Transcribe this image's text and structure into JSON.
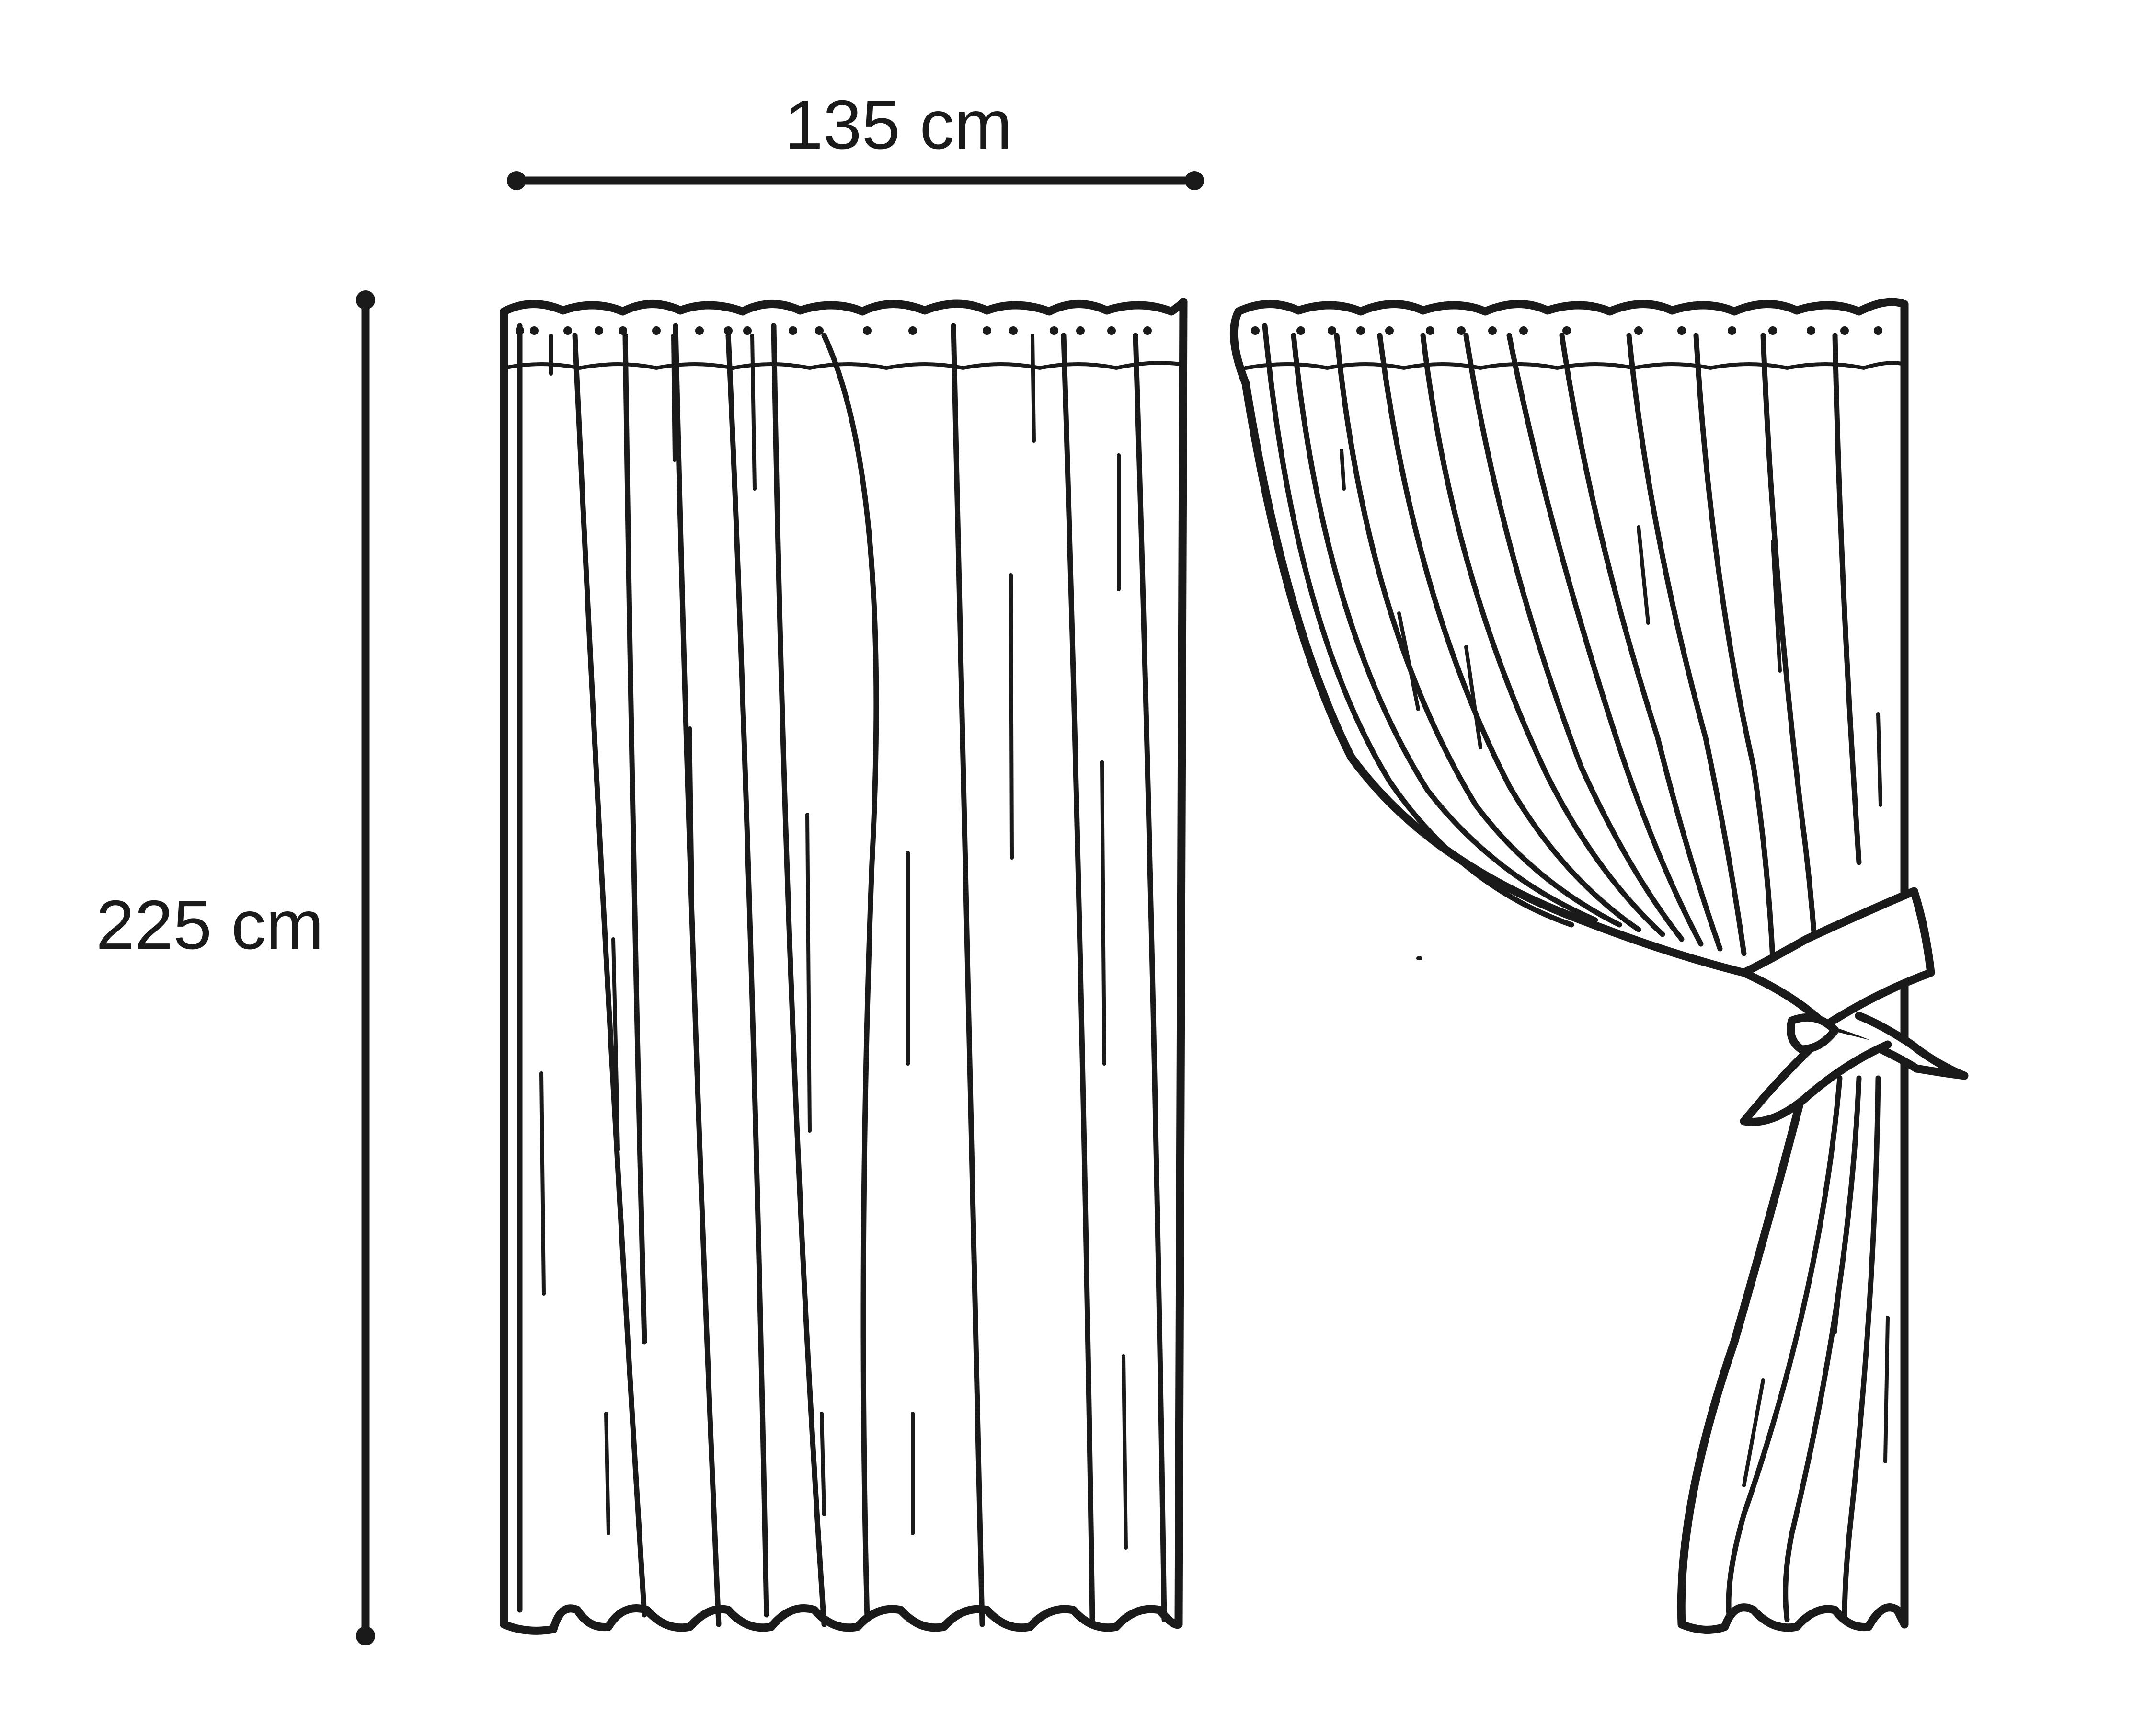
{
  "dimensions": {
    "width_label": "135 cm",
    "height_label": "225 cm"
  },
  "colors": {
    "ink": "#1a1a1a",
    "background": "#ffffff"
  },
  "panels": [
    {
      "name": "straight-curtain-panel",
      "state": "hanging"
    },
    {
      "name": "tied-back-curtain-panel",
      "state": "tied-back"
    }
  ]
}
